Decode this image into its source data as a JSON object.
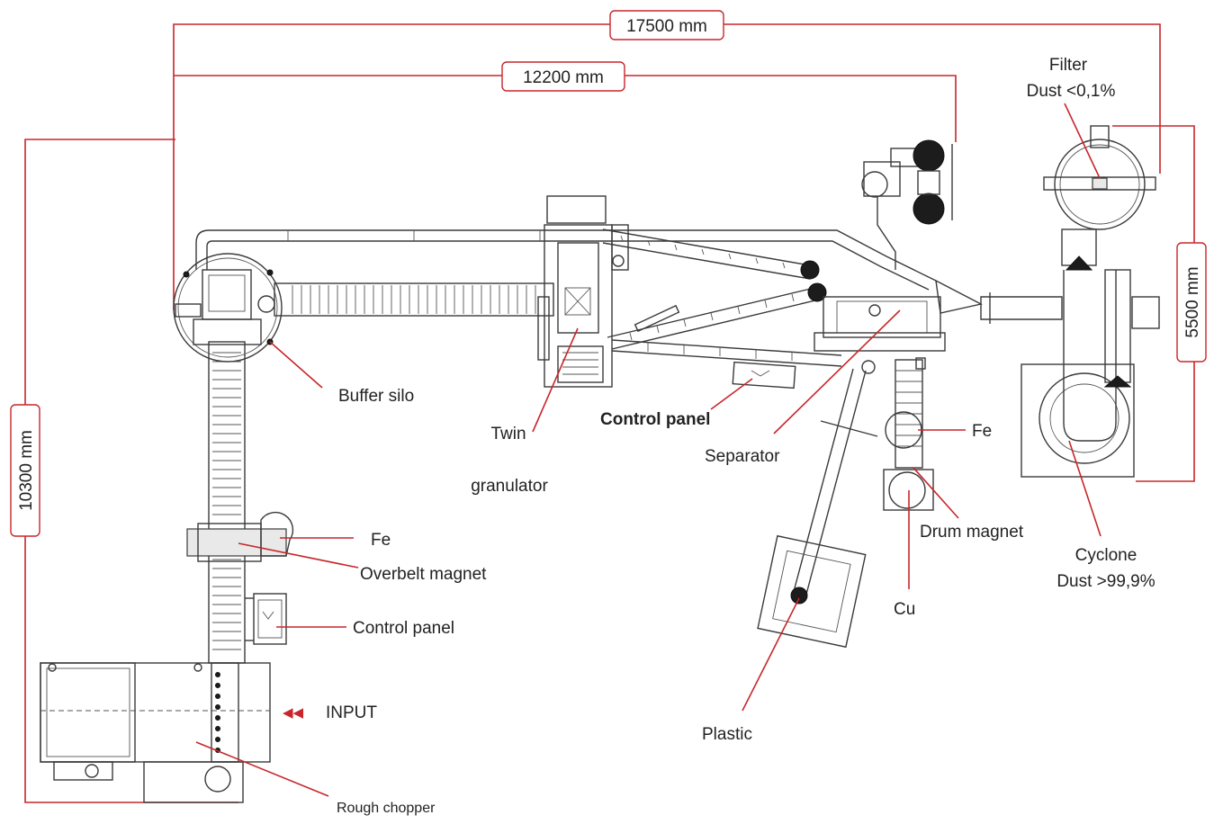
{
  "colors": {
    "accent": "#c8262a",
    "machine": "#3a3a3a",
    "text": "#222222"
  },
  "dimensions": {
    "total_width": "17500 mm",
    "silo_to_filter": "12200 mm",
    "total_height": "10300 mm",
    "cyclone_height": "5500 mm"
  },
  "labels": {
    "filter": [
      "Filter",
      "Dust <0,1%"
    ],
    "buffer_silo": "Buffer silo",
    "twin_granulator": [
      "Twin",
      "granulator"
    ],
    "control_panel_main": "Control panel",
    "separator": "Separator",
    "fe_right": "Fe",
    "drum_magnet": "Drum magnet",
    "cyclone": [
      "Cyclone",
      "Dust >99,9%"
    ],
    "fe_left": "Fe",
    "overbelt_magnet": "Overbelt magnet",
    "control_panel_side": "Control panel",
    "cu": "Cu",
    "input": "INPUT",
    "input_arrows": "◀◀",
    "plastic": "Plastic",
    "rough_chopper": "Rough chopper"
  }
}
